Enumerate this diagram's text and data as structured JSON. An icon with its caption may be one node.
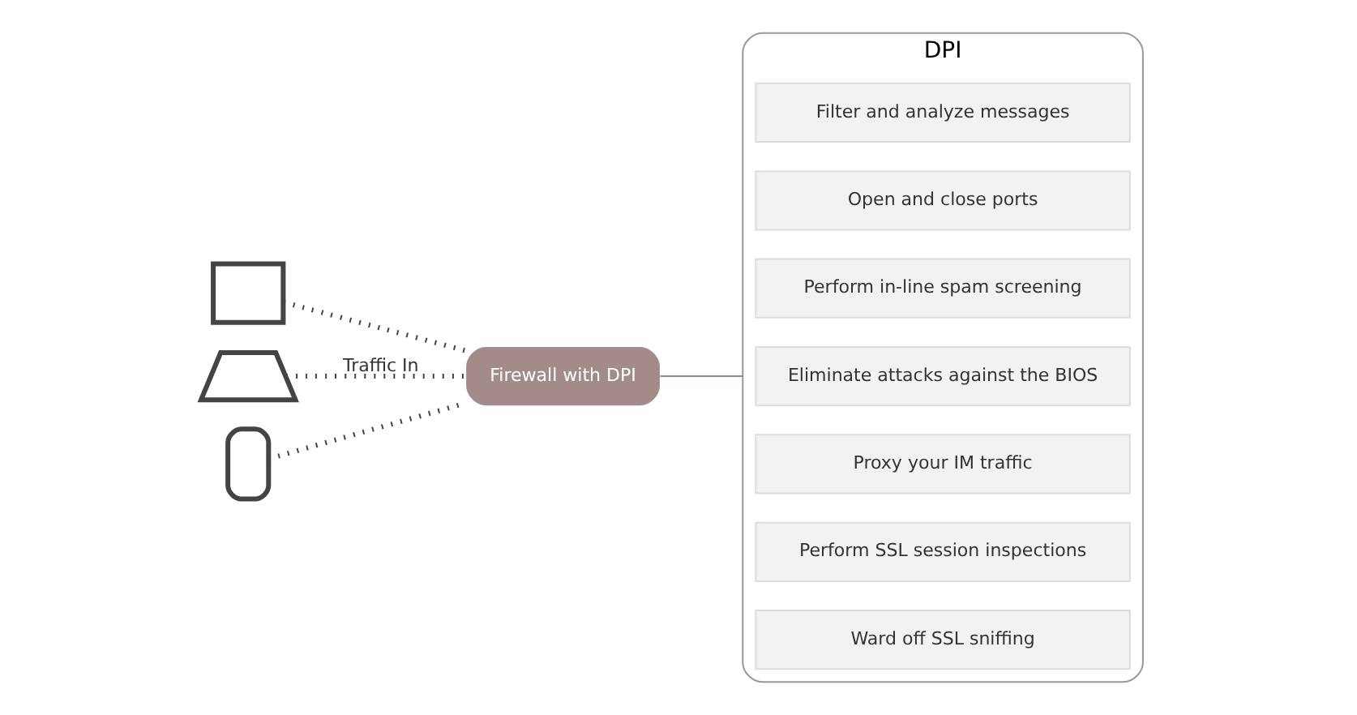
{
  "diagram": {
    "nodes": [
      {
        "text": [],
        "shape": "monitor"
      },
      {
        "text": [],
        "shape": "laptop"
      },
      {
        "text": [],
        "shape": "phone"
      },
      {
        "text": [
          "Firewall with DPI"
        ]
      },
      {
        "text": [
          "DPI"
        ]
      },
      {
        "text": [
          "Filter and analyze messages"
        ],
        "in": 4
      },
      {
        "text": [
          "Open and close ports"
        ],
        "in": 4
      },
      {
        "text": [
          "Perform in-line spam screening"
        ],
        "in": 4
      },
      {
        "text": [
          "Eliminate attacks against the BIOS"
        ],
        "in": 4
      },
      {
        "text": [
          "Proxy your IM traffic"
        ],
        "in": 4
      },
      {
        "text": [
          "Perform SSL session inspections"
        ],
        "in": 4
      },
      {
        "text": [
          "Ward off SSL sniffing"
        ],
        "in": 4
      }
    ],
    "edges": [
      {
        "from": 0,
        "to": 3,
        "arrow": "none",
        "style": "dashed"
      },
      {
        "from": 1,
        "to": 3,
        "arrow": "none",
        "style": "dashed",
        "label": "Traffic In"
      },
      {
        "from": 2,
        "to": 3,
        "arrow": "none",
        "style": "dashed"
      },
      {
        "from": 3,
        "to": 4,
        "arrow": "none",
        "color": "#9e8583"
      }
    ]
  }
}
